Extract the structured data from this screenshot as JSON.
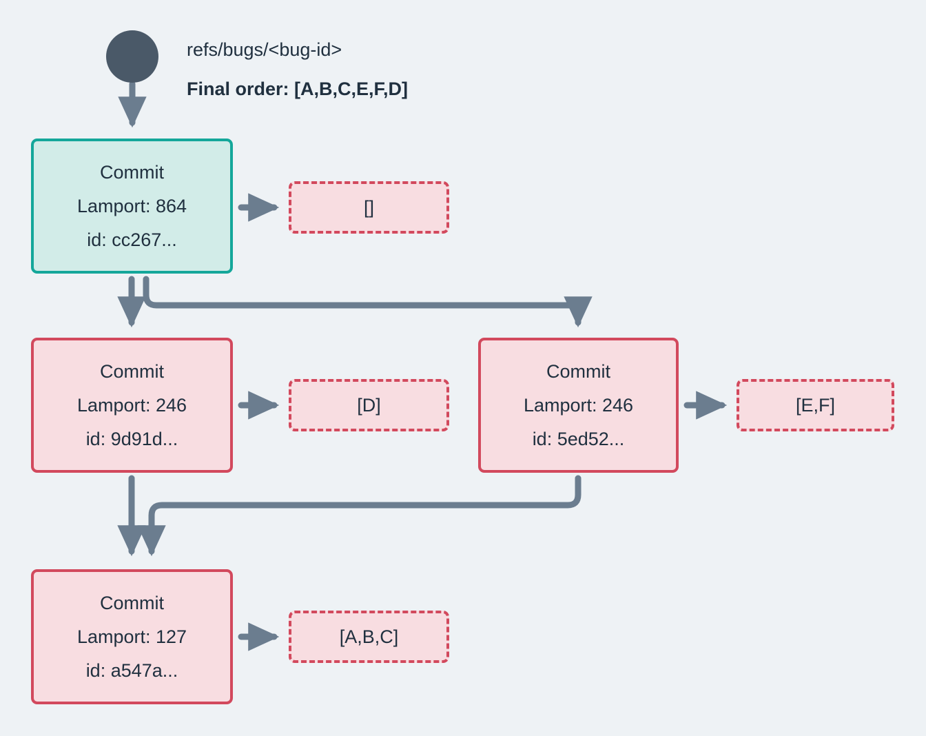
{
  "background_color": "#eef2f5",
  "palette": {
    "root_node": "#4a5968",
    "edge": "#6b7d8f",
    "teal_border": "#14a79a",
    "teal_fill": "#d2ece8",
    "red_border": "#d2495d",
    "red_fill": "#f8dde1",
    "text": "#20303f"
  },
  "header": {
    "ref_label": "refs/bugs/<bug-id>",
    "final_order_label": "Final order: [A,B,C,E,F,D]"
  },
  "commits": [
    {
      "key": "cc267",
      "title": "Commit",
      "lamport": "Lamport: 864",
      "id": "id: cc267...",
      "style": "teal"
    },
    {
      "key": "9d91d",
      "title": "Commit",
      "lamport": "Lamport: 246",
      "id": "id: 9d91d...",
      "style": "red"
    },
    {
      "key": "5ed52",
      "title": "Commit",
      "lamport": "Lamport: 246",
      "id": "id: 5ed52...",
      "style": "red"
    },
    {
      "key": "a547a",
      "title": "Commit",
      "lamport": "Lamport: 127",
      "id": "id: a547a...",
      "style": "red"
    }
  ],
  "operations": [
    {
      "key": "ops-cc267",
      "label": "[]"
    },
    {
      "key": "ops-9d91d",
      "label": "[D]"
    },
    {
      "key": "ops-5ed52",
      "label": "[E,F]"
    },
    {
      "key": "ops-a547a",
      "label": "[A,B,C]"
    }
  ]
}
